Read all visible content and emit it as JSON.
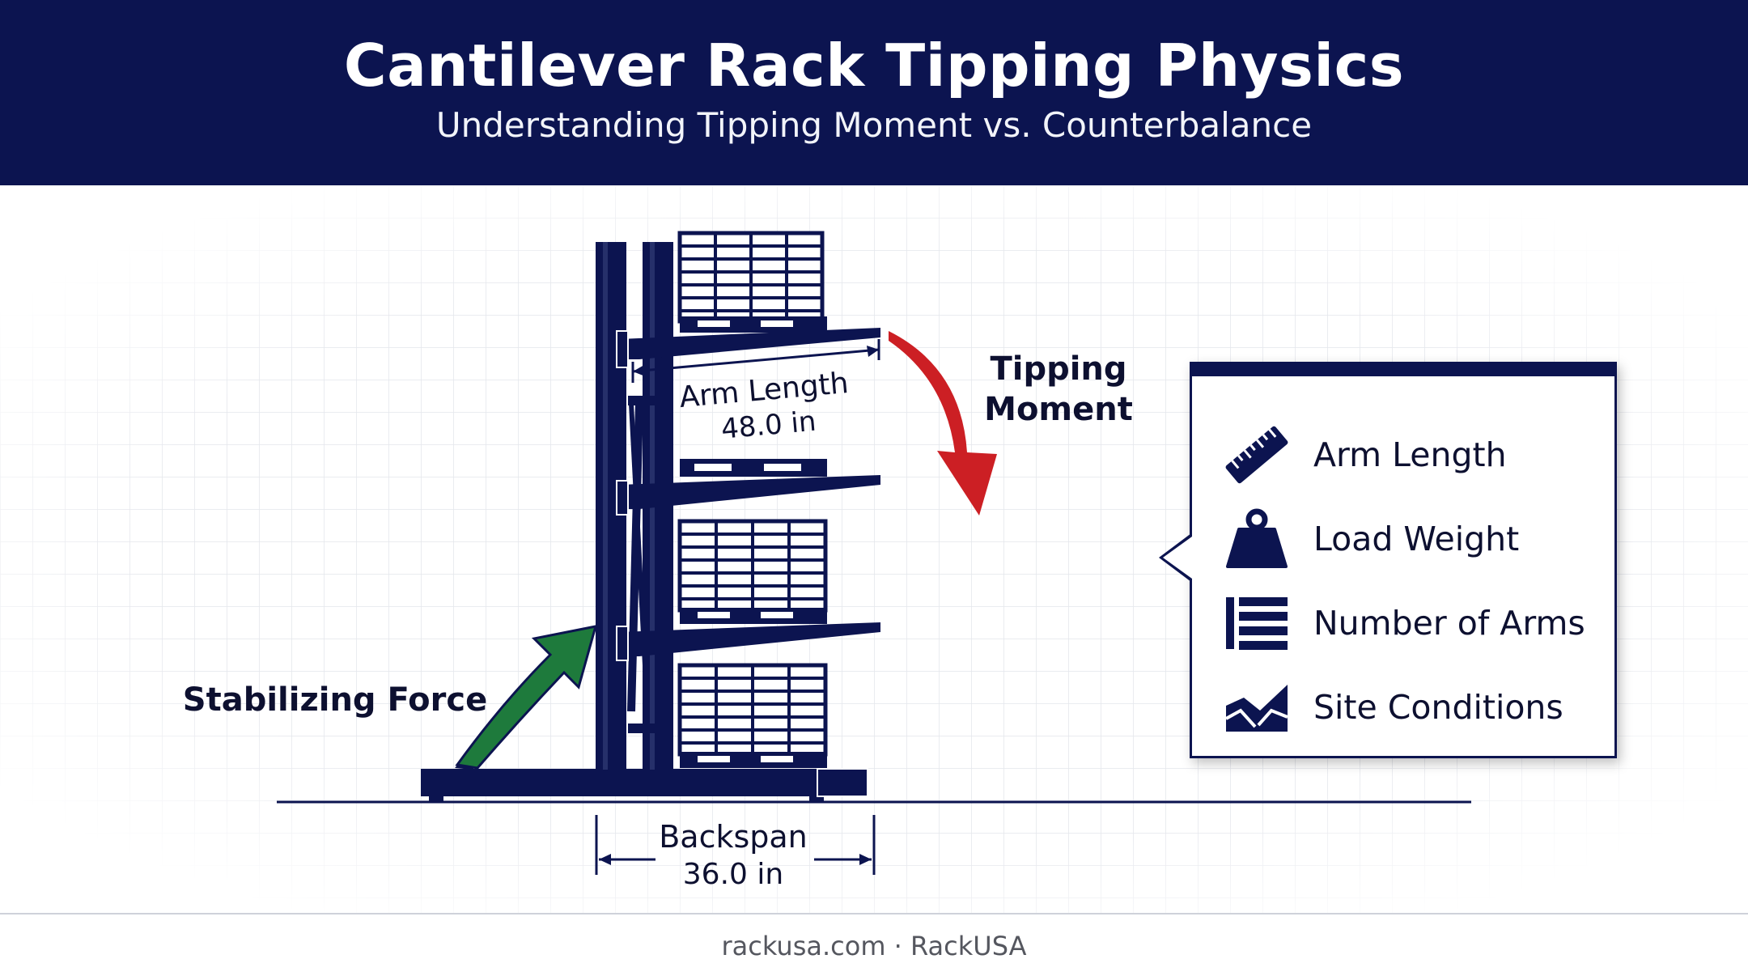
{
  "header": {
    "title": "Cantilever Rack Tipping Physics",
    "subtitle": "Understanding Tipping Moment vs. Counterbalance"
  },
  "diagram": {
    "arm_length_label": "Arm Length",
    "arm_length_value": "48.0 in",
    "tipping_label_line1": "Tipping",
    "tipping_label_line2": "Moment",
    "stabilizing_label": "Stabilizing Force",
    "backspan_label": "Backspan",
    "backspan_value": "36.0 in"
  },
  "legend": {
    "items": [
      {
        "label": "Arm Length",
        "icon": "ruler-icon"
      },
      {
        "label": "Load Weight",
        "icon": "weight-icon"
      },
      {
        "label": "Number of Arms",
        "icon": "list-icon"
      },
      {
        "label": "Site Conditions",
        "icon": "terrain-icon"
      }
    ]
  },
  "footer": {
    "text": "rackusa.com · RackUSA"
  },
  "colors": {
    "navy": "#0c1450",
    "tipping_arrow": "#cc1f24",
    "stabilizing_arrow": "#1e7a3c",
    "grid": "#e6e8ee"
  }
}
